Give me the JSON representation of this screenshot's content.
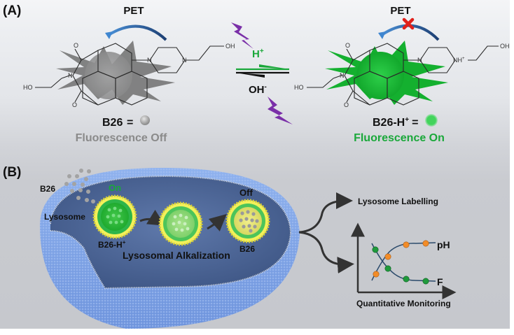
{
  "panel_a": {
    "label": "(A)",
    "left": {
      "pet_label": "PET",
      "molecule_name": "B26",
      "equals": "=",
      "status": "Fluorescence Off",
      "atoms": {
        "o_top": "O",
        "o_bottom": "O",
        "n_imide": "N",
        "n_pip1": "N",
        "n_pip2": "N",
        "ho": "HO",
        "oh": "OH"
      }
    },
    "equilibrium": {
      "forward_label": "H",
      "forward_sup": "+",
      "reverse_label": "OH",
      "reverse_sup": "-"
    },
    "right": {
      "pet_label": "PET",
      "pet_blocked": true,
      "molecule_name": "B26-H",
      "molecule_sup": "+",
      "equals": "=",
      "status": "Fluorescence On",
      "atoms": {
        "o_top": "O",
        "o_bottom": "O",
        "n_imide": "N",
        "n_pip1": "N",
        "n_pip2": "NH",
        "n_pip2_sup": "+",
        "ho": "HO",
        "oh": "OH"
      }
    }
  },
  "panel_b": {
    "label": "(B)",
    "probe_label": "B26",
    "lysosome_label": "Lysosome",
    "on_label": "On",
    "off_label": "Off",
    "protonated_label": "B26-H",
    "protonated_sup": "+",
    "neutral_label": "B26",
    "process_label": "Lysosomal Alkalization",
    "outcomes": {
      "labelling": "Lysosome Labelling",
      "monitoring": "Quantitative Monitoring"
    },
    "mini_plot": {
      "series": [
        {
          "name": "pH",
          "trend": "increasing",
          "marker_color": "#f28c28"
        },
        {
          "name": "F",
          "trend": "decreasing",
          "marker_color": "#1f9a3c"
        }
      ]
    }
  },
  "colors": {
    "green": "#1aa83a",
    "gray_text": "#8a8a8a",
    "purple_bolt": "#7a2fa8",
    "arrow_blue": "#2f6fb3",
    "cross_red": "#e0201a",
    "membrane_blue": "#7aa2e8"
  }
}
